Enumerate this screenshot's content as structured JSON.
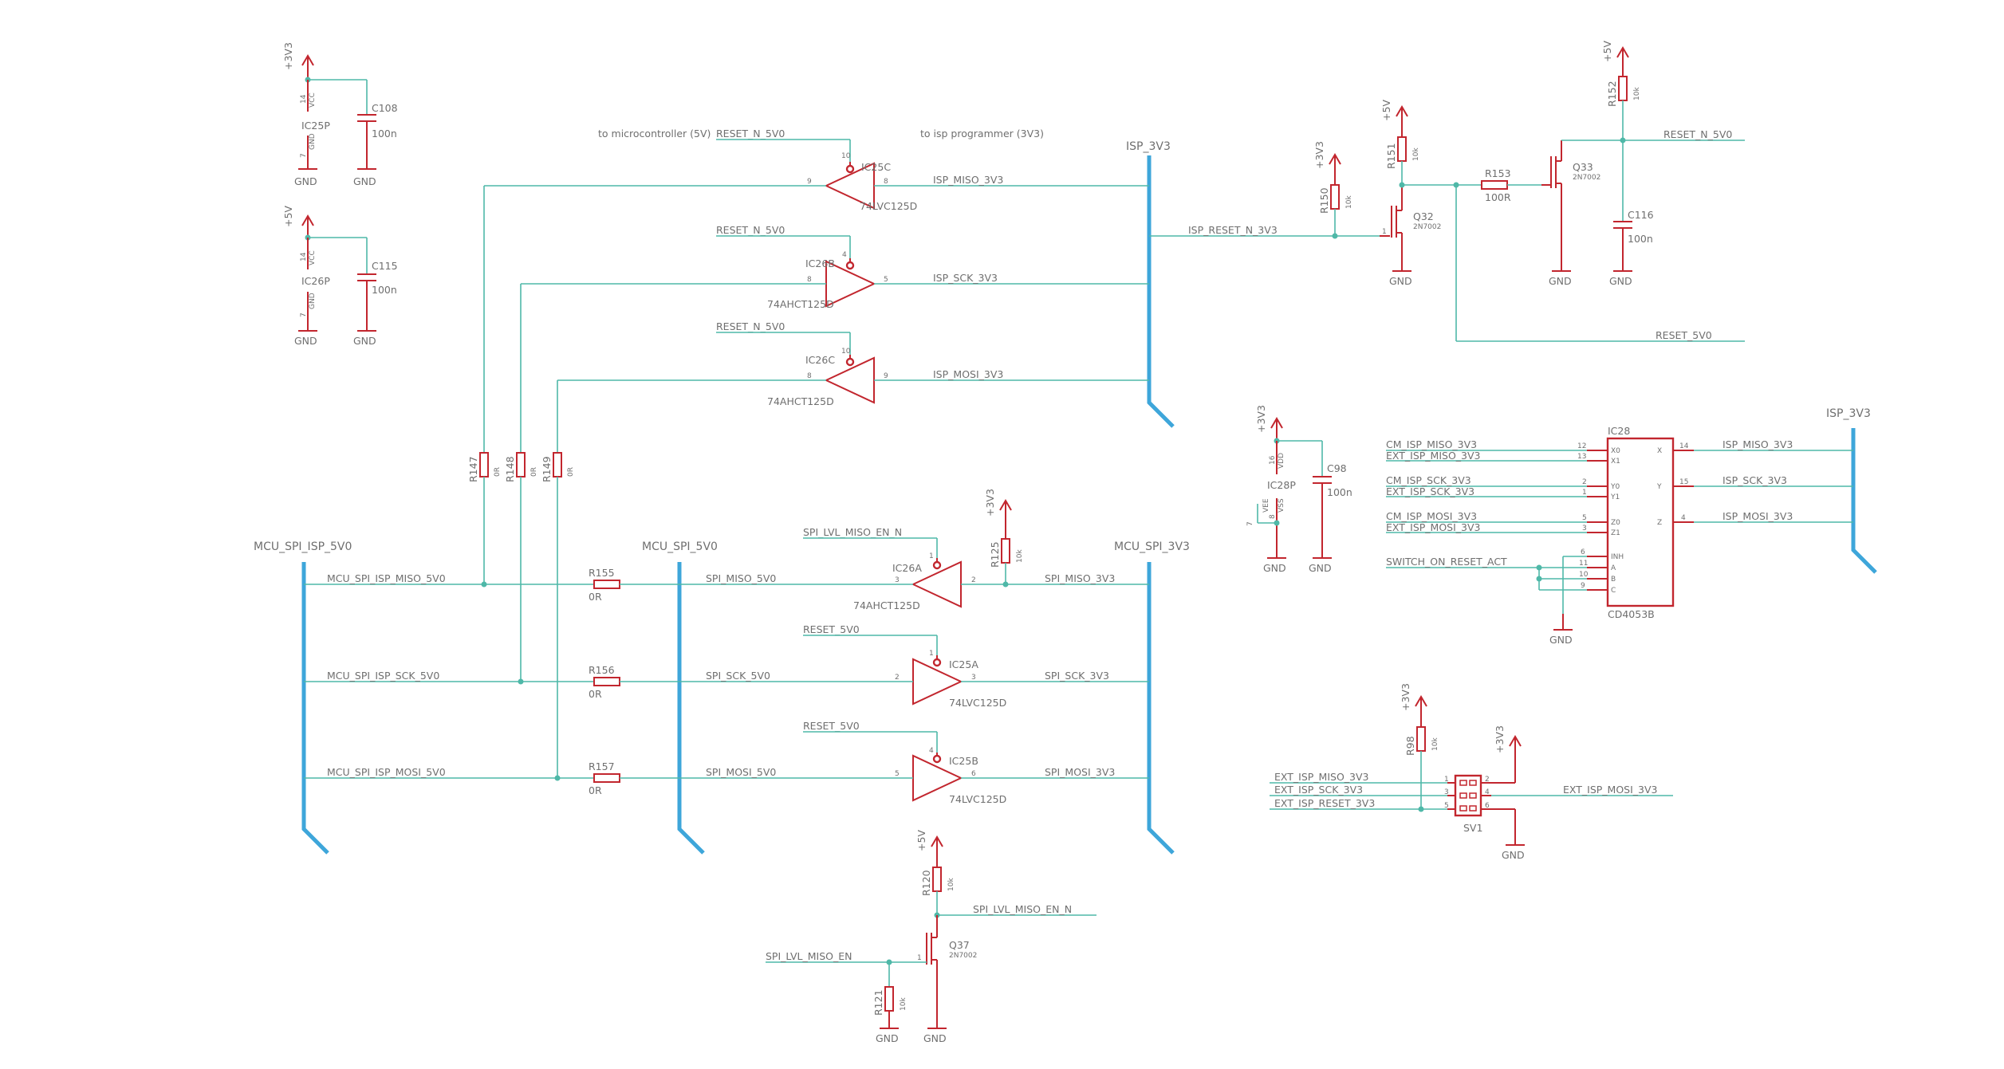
{
  "nets": {
    "reset_n_5v0": "RESET_N_5V0",
    "reset_5v0": "RESET_5V0",
    "isp_miso_3v3": "ISP_MISO_3V3",
    "isp_sck_3v3": "ISP_SCK_3V3",
    "isp_mosi_3v3": "ISP_MOSI_3V3",
    "isp_reset_n_3v3": "ISP_RESET_N_3V3",
    "spi_lvl_miso_en_n": "SPI_LVL_MISO_EN_N",
    "spi_lvl_miso_en": "SPI_LVL_MISO_EN",
    "spi_miso_5v0": "SPI_MISO_5V0",
    "spi_sck_5v0": "SPI_SCK_5V0",
    "spi_mosi_5v0": "SPI_MOSI_5V0",
    "spi_miso_3v3": "SPI_MISO_3V3",
    "spi_sck_3v3": "SPI_SCK_3V3",
    "spi_mosi_3v3": "SPI_MOSI_3V3",
    "mcu_spi_isp_miso_5v0": "MCU_SPI_ISP_MISO_5V0",
    "mcu_spi_isp_sck_5v0": "MCU_SPI_ISP_SCK_5V0",
    "mcu_spi_isp_mosi_5v0": "MCU_SPI_ISP_MOSI_5V0",
    "cm_isp_miso_3v3": "CM_ISP_MISO_3V3",
    "ext_isp_miso_3v3": "EXT_ISP_MISO_3V3",
    "cm_isp_sck_3v3": "CM_ISP_SCK_3V3",
    "ext_isp_sck_3v3": "EXT_ISP_SCK_3V3",
    "cm_isp_mosi_3v3": "CM_ISP_MOSI_3V3",
    "ext_isp_mosi_3v3": "EXT_ISP_MOSI_3V3",
    "ext_isp_reset_3v3": "EXT_ISP_RESET_3V3",
    "switch_on_reset_act": "SWITCH_ON_RESET_ACT"
  },
  "buses": {
    "mcu_spi_isp_5v0": "MCU_SPI_ISP_5V0",
    "mcu_spi_5v0": "MCU_SPI_5V0",
    "mcu_spi_3v3": "MCU_SPI_3V3",
    "isp_3v3": "ISP_3V3"
  },
  "notes": {
    "to_micro": "to microcontroller (5V)",
    "to_isp": "to isp programmer (3V3)"
  },
  "power": {
    "v3v3": "+3V3",
    "v5": "+5V",
    "gnd": "GND",
    "vcc": "VCC",
    "gnd_pin": "GND",
    "vee": "VEE",
    "vdd": "VDD",
    "vss": "VSS"
  },
  "parts": {
    "ic25p": "IC25P",
    "ic26p": "IC26P",
    "ic28p": "IC28P",
    "c108": "C108",
    "c115": "C115",
    "c98": "C98",
    "c116": "C116",
    "ic25c": "IC25C",
    "ic26b": "IC26B",
    "ic26c": "IC26C",
    "ic26a": "IC26A",
    "ic25a": "IC25A",
    "ic25b": "IC25B",
    "ic28": "IC28",
    "r147": "R147",
    "r148": "R148",
    "r149": "R149",
    "r155": "R155",
    "r156": "R156",
    "r157": "R157",
    "r125": "R125",
    "r120": "R120",
    "r121": "R121",
    "r150": "R150",
    "r151": "R151",
    "r152": "R152",
    "r153": "R153",
    "r98": "R98",
    "q32": "Q32",
    "q33": "Q33",
    "q37": "Q37",
    "sv1": "SV1"
  },
  "values": {
    "n100": "100n",
    "r0": "0R",
    "k10": "10k",
    "r100": "100R",
    "v74lvc": "74LVC125D",
    "v74ahct": "74AHCT125D",
    "v2n7002": "2N7002",
    "vcd4053": "CD4053B"
  },
  "pins": {
    "p1": "1",
    "p2": "2",
    "p3": "3",
    "p4": "4",
    "p5": "5",
    "p6": "6",
    "p7": "7",
    "p8": "8",
    "p9": "9",
    "p10": "10",
    "p11": "11",
    "p12": "12",
    "p13": "13",
    "p14": "14",
    "p15": "15",
    "p16": "16",
    "x0": "X0",
    "x1": "X1",
    "y0": "Y0",
    "y1": "Y1",
    "z0": "Z0",
    "z1": "Z1",
    "inh": "INH",
    "a": "A",
    "b": "B",
    "c": "C",
    "x": "X",
    "y": "Y",
    "z": "Z"
  }
}
